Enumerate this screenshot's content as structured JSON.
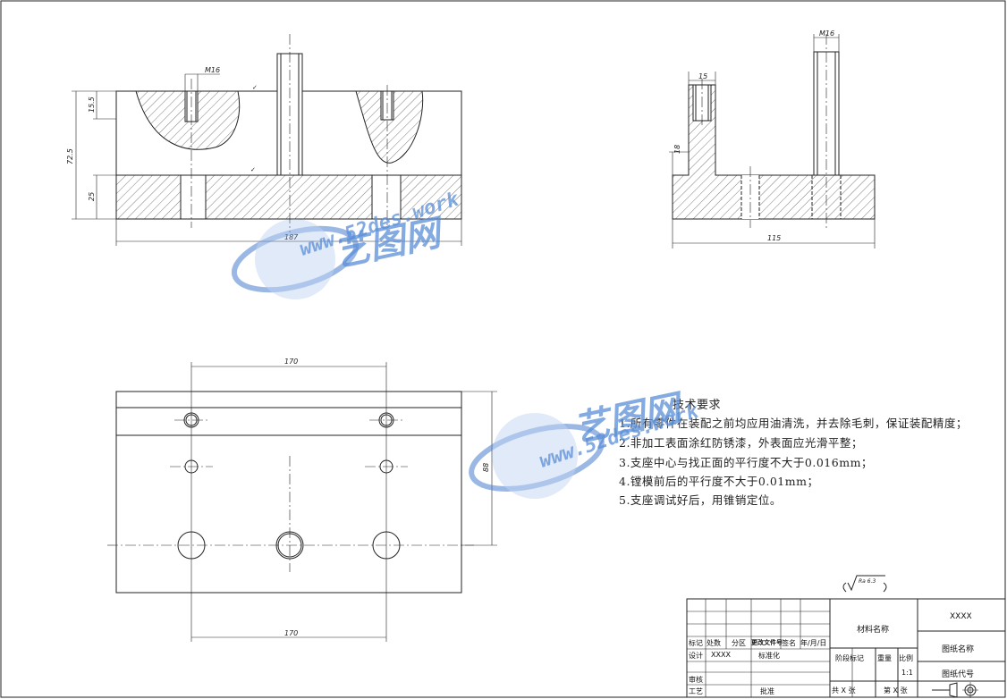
{
  "dimensions": {
    "thread_top": "M16",
    "thread_right": "M16",
    "depth": "15.5",
    "height_total": "72.5",
    "height_base": "25",
    "width_front": "187",
    "boss_right": "15",
    "height_right": "18",
    "width_side": "115",
    "hole_span_top": "170",
    "height_plan": "88",
    "hole_span_bottom": "170"
  },
  "surface_finish": "Ra 6.3",
  "tech_requirements": {
    "title": "技术要求",
    "items": [
      "1.所有零件在装配之前均应用油清洗，并去除毛刺，保证装配精度；",
      "2.非加工表面涂红防锈漆，外表面应光滑平整；",
      "3.支座中心与找正面的平行度不大于0.016mm；",
      "4.镗模前后的平行度不大于0.01mm；",
      "5.支座调试好后，用锥销定位。"
    ]
  },
  "title_block": {
    "material": "材料名称",
    "xxxx": "XXXX",
    "drawing_name": "图纸名称",
    "drawing_code": "图纸代号",
    "mark": "标记",
    "count": "处数",
    "zone": "分区",
    "change_doc": "更改文件号",
    "sign": "签名",
    "date": "年/月/日",
    "design": "设计",
    "design_val": "XXXX",
    "standardize": "标准化",
    "stage_mark": "阶段标记",
    "weight": "重量",
    "scale": "比例",
    "scale_val": "1:1",
    "review": "审核",
    "process": "工艺",
    "approve": "批准",
    "total": "共 X 张",
    "sheet": "第 X 张"
  },
  "watermark": {
    "brand": "艺图网",
    "url": "www.52des.work"
  }
}
